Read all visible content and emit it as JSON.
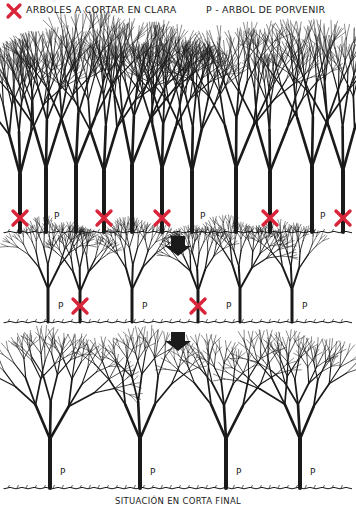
{
  "diagram": {
    "caption": "SITUACIÓN EN CORTA FINAL",
    "labels": [
      "P",
      "P",
      "P",
      "P",
      "P",
      "P",
      "P",
      "P",
      "P",
      "P",
      "P"
    ],
    "legend": [
      {
        "text": "ARBOLES A CORTAR EN CLARA"
      },
      {
        "text": "P - ARBOL DE PORVENIR"
      }
    ]
  }
}
